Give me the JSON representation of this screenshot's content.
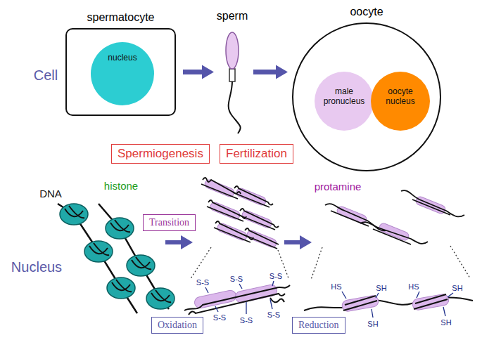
{
  "diagram": {
    "nodes": [
      {
        "text": [
          "spermatocyte"
        ]
      },
      {
        "text": [
          "nucleus"
        ],
        "in": 0
      },
      {
        "text": [
          "sperm"
        ]
      },
      {
        "text": [
          "oocyte"
        ]
      },
      {
        "text": [
          "male pronucleus"
        ],
        "in": 3
      },
      {
        "text": [
          "oocyte nucleus"
        ],
        "in": 3
      },
      {
        "text": [
          "Spermiogenesis"
        ]
      },
      {
        "text": [
          "Fertilization"
        ]
      },
      {
        "text": [
          "Transition"
        ]
      },
      {
        "text": [
          "Oxidation"
        ]
      },
      {
        "text": [
          "Reduction"
        ]
      }
    ],
    "edges": [
      {
        "from": 0,
        "to": 2,
        "arrow": "to"
      },
      {
        "from": 2,
        "to": 3,
        "arrow": "to"
      }
    ],
    "labels": [
      "Cell",
      "DNA",
      "histone",
      "protamine",
      "Nucleus",
      "S-S",
      "S-S",
      "S-S",
      "S-S",
      "S-S",
      "S-S",
      "HS",
      "SH",
      "SH",
      "HS",
      "SH",
      "SH"
    ]
  }
}
